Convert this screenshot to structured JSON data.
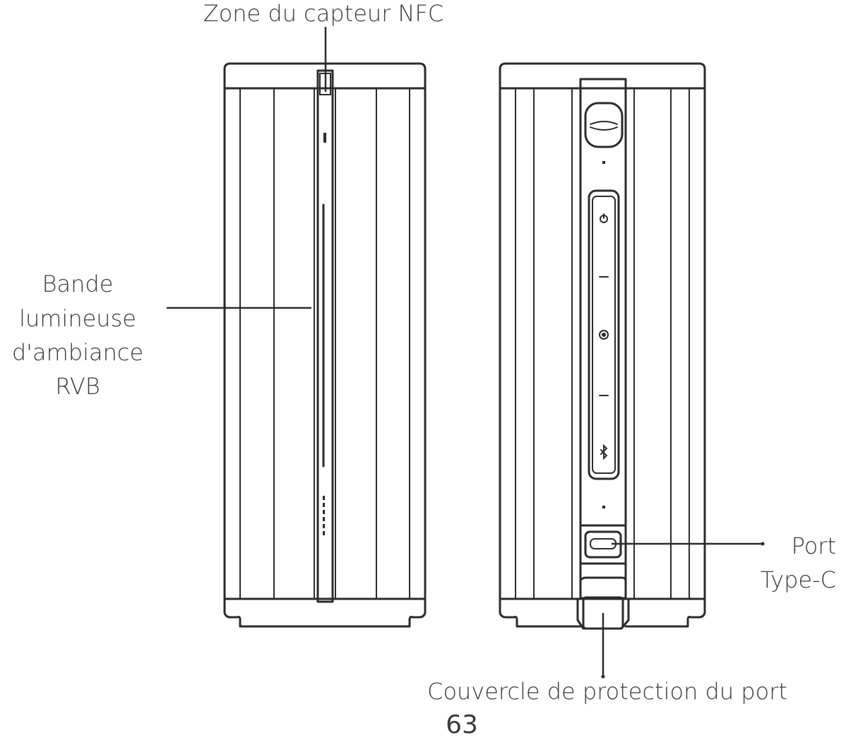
{
  "labels": {
    "nfc_zone": "Zone du capteur NFC",
    "rgb_strip_line1": "Bande",
    "rgb_strip_line2": "lumineuse",
    "rgb_strip_line3": "d'ambiance",
    "rgb_strip_line4": "RVB",
    "port_line1": "Port",
    "port_line2": "Type-C",
    "port_cover": "Couvercle de protection du port"
  },
  "page_number": "63"
}
